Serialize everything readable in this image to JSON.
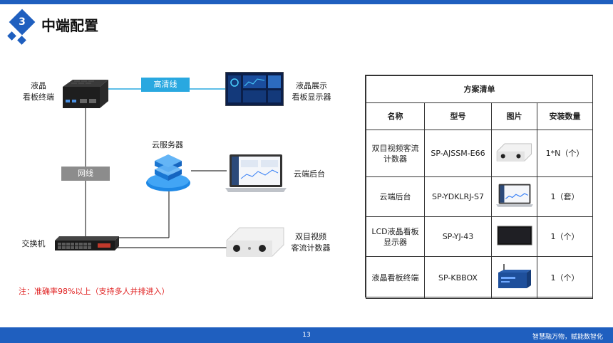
{
  "header": {
    "section_number": "3",
    "title": "中端配置"
  },
  "diagram": {
    "devices": {
      "terminal": "液晶\n看板终端",
      "display": "液晶展示\n看板显示器",
      "cloud_server": "云服务器",
      "cloud_backend": "云端后台",
      "switch": "交换机",
      "counter": "双目视频\n客流计数器"
    },
    "links": {
      "hdmi": "高清线",
      "network": "网线"
    },
    "note": "注：准确率98%以上（支持多人并排进入）",
    "colors": {
      "accent": "#1f5fbf",
      "tag": "#29a8e0",
      "tag_gray": "#8c8c8c",
      "note": "#e02020"
    }
  },
  "plan_table": {
    "title": "方案清单",
    "headers": [
      "名称",
      "型号",
      "图片",
      "安装数量"
    ],
    "rows": [
      {
        "name": "双目视频客流计数器",
        "model": "SP-AJSSM-E66",
        "image_icon": "counter-device-icon",
        "qty": "1*N（个）"
      },
      {
        "name": "云端后台",
        "model": "SP-YDKLRJ-S7",
        "image_icon": "laptop-icon",
        "qty": "1（套）"
      },
      {
        "name": "LCD液晶看板显示器",
        "model": "SP-YJ-43",
        "image_icon": "monitor-icon",
        "qty": "1（个）"
      },
      {
        "name": "液晶看板终端",
        "model": "SP-KBBOX",
        "image_icon": "terminal-box-icon",
        "qty": "1（个）"
      }
    ]
  },
  "footer": {
    "page": "13",
    "slogan": "智慧融万物，赋能数智化"
  }
}
